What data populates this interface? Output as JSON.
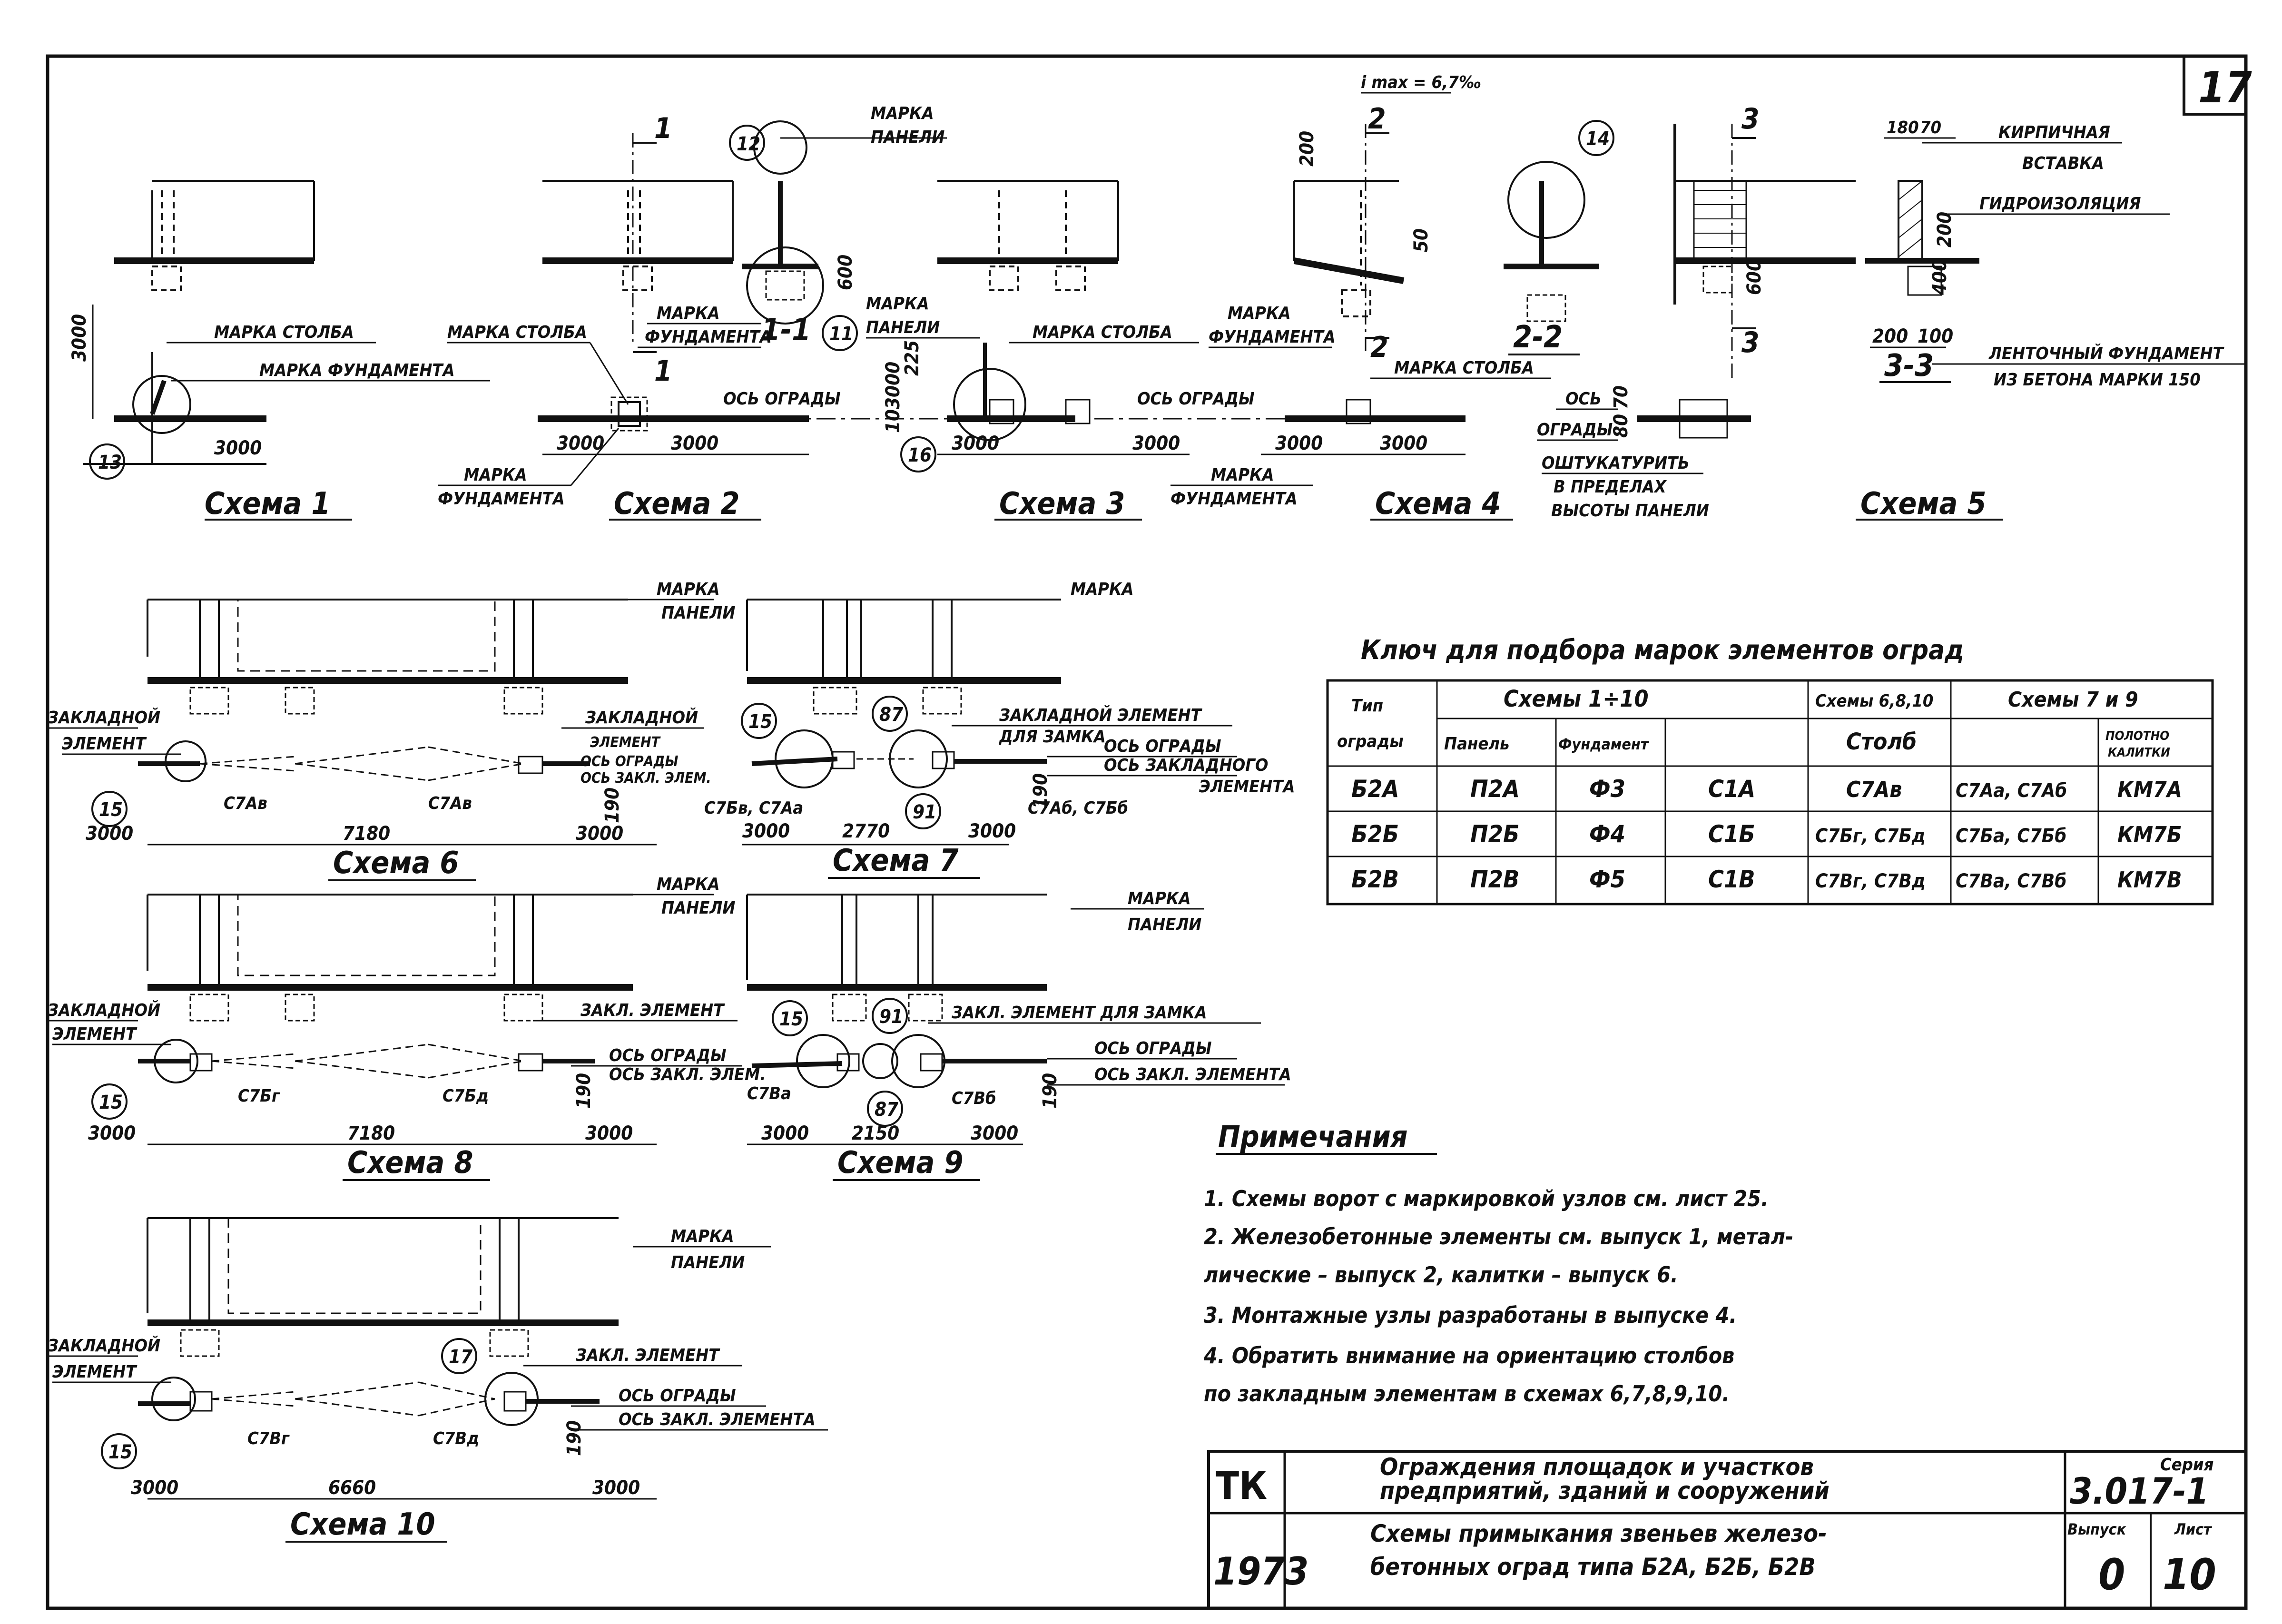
{
  "sheet": {
    "number": "17",
    "slope": "i max = 6,7‰"
  },
  "schemes": {
    "s1": "Схема 1",
    "s2": "Схема 2",
    "s3": "Схема 3",
    "s4": "Схема 4",
    "s5": "Схема 5",
    "s6": "Схема 6",
    "s7": "Схема 7",
    "s8": "Схема 8",
    "s9": "Схема 9",
    "s10": "Схема 10"
  },
  "sections": {
    "s11": "1-1",
    "s22": "2-2",
    "s33": "3-3",
    "m1": "1",
    "m2": "2",
    "m3": "3"
  },
  "labels": {
    "panel_mark": "МАРКА",
    "panel_mark2": "ПАНЕЛИ",
    "post_mark": "МАРКА СТОЛБА",
    "found_mark": "МАРКА ФУНДАМЕНТА",
    "found_mark_a": "МАРКА",
    "found_mark_b": "ФУНДАМЕНТА",
    "fence_axis": "ОСЬ ОГРАДЫ",
    "fence_axis_a": "ОСЬ",
    "fence_axis_b": "ОГРАДЫ",
    "plaster_1": "ОШТУКАТУРИТЬ",
    "plaster_2": "В ПРЕДЕЛАХ",
    "plaster_3": "ВЫСОТЫ ПАНЕЛИ",
    "brick_1": "КИРПИЧНАЯ",
    "brick_2": "ВСТАВКА",
    "waterproof": "ГИДРОИЗОЛЯЦИЯ",
    "strip_1": "ЛЕНТОЧНЫЙ ФУНДАМЕНТ",
    "strip_2": "ИЗ БЕТОНА МАРКИ 150",
    "embed_1": "ЗАКЛАДНОЙ",
    "embed_2": "ЭЛЕМЕНТ",
    "embed_el": "ЗАКЛАДНОЙ ЭЛЕМЕНТ",
    "for_lock": "ДЛЯ ЗАМКА",
    "embed_axis": "ОСЬ ЗАКЛАДНОГО",
    "embed_axis2": "ЭЛЕМЕНТА",
    "zakl_el": "ЗАКЛ. ЭЛЕМЕНТ",
    "zakl_el_lock": "ЗАКЛ. ЭЛЕМЕНТ ДЛЯ ЗАМКА",
    "axis_zakl": "ОСЬ ЗАКЛ. ЭЛЕМ.",
    "axis_zakl_full": "ОСЬ ЗАКЛ. ЭЛЕМЕНТА",
    "elem_s6a": "ЭЛЕМЕНТ",
    "axis_zakl_el": "ОСЬ ЗАКЛ. ЭЛЕМ."
  },
  "callouts": [
    "11",
    "12",
    "13",
    "14",
    "15",
    "16",
    "17",
    "87",
    "91"
  ],
  "posts": {
    "c7av": "С7Ав",
    "c7ab_a": "С7Бв, С7Аа",
    "c7ab_b": "С7Аб, С7Бб",
    "c7bg": "С7Бг",
    "c7bd": "С7Бд",
    "c7ba": "С7Ва",
    "c7bb": "С7Вб",
    "c78g": "С7Вг",
    "c78d": "С7Вд"
  },
  "dims": {
    "d3000": "3000",
    "d7180": "7180",
    "d2770": "2770",
    "d2150": "2150",
    "d6660": "6660",
    "d190": "190",
    "d200": "200",
    "d50": "50",
    "d600": "600",
    "d225": "225",
    "d10": "10",
    "d70": "70",
    "d80": "80",
    "d180": "180",
    "d100": "100",
    "d400": "400",
    "d3000v": "3000",
    "d3000_225": "3000"
  },
  "key_table": {
    "title": "Ключ для подбора марок элементов оград",
    "h_type": "Тип ограды",
    "h_schemes_1_10": "Схемы 1÷10",
    "h_schemes_6810": "Схемы 6,8,10",
    "h_schemes_79": "Схемы 7 и 9",
    "h_panel": "Панель",
    "h_found": "Фундамент",
    "h_post": "Столб",
    "h_gate": "Полотно калитки",
    "rows": [
      {
        "type": "Б2А",
        "panel": "П2А",
        "found": "Ф3",
        "post1": "С1А",
        "post2": "С7Ав",
        "post3": "С7Аа, С7Аб",
        "gate": "КМ7А"
      },
      {
        "type": "Б2Б",
        "panel": "П2Б",
        "found": "Ф4",
        "post1": "С1Б",
        "post2": "С7Бг, С7Бд",
        "post3": "С7Ба, С7Бб",
        "gate": "КМ7Б"
      },
      {
        "type": "Б2В",
        "panel": "П2В",
        "found": "Ф5",
        "post1": "С1В",
        "post2": "С7Вг, С7Вд",
        "post3": "С7Ва, С7Вб",
        "gate": "КМ7В"
      }
    ]
  },
  "notes": {
    "title": "Примечания",
    "items": [
      "1. Схемы ворот с маркировкой узлов см. лист 25.",
      "2. Железобетонные элементы см. выпуск 1, метал-",
      "лические – выпуск 2, калитки – выпуск 6.",
      "3. Монтажные узлы разработаны в выпуске 4.",
      "4. Обратить внимание на ориентацию столбов",
      "по закладным элементам в схемах 6,7,8,9,10."
    ]
  },
  "title_block": {
    "org": "ТК",
    "year": "1973",
    "title_1": "Ограждения площадок и участков",
    "title_2": "предприятий, зданий и сооружений",
    "sub_1": "Схемы примыкания звеньев железо-",
    "sub_2": "бетонных оград типа Б2А, Б2Б, Б2В",
    "series_label": "Серия",
    "series": "3.017-1",
    "issue_label": "Выпуск",
    "issue": "0",
    "sheet_label": "Лист",
    "sheet": "10"
  }
}
